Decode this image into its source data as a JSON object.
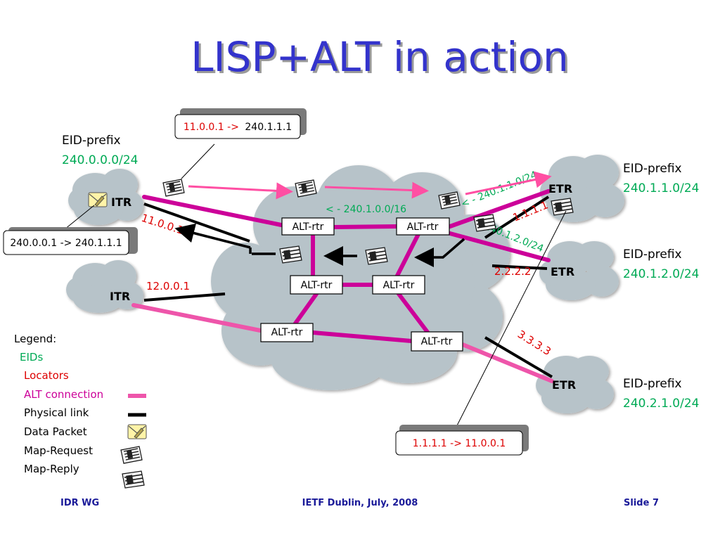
{
  "title": "LISP+ALT in action",
  "eid_blocks": {
    "itr1": {
      "label": "EID-prefix",
      "prefix": "240.0.0.0/24"
    },
    "etr1": {
      "label": "EID-prefix",
      "prefix": "240.1.1.0/24"
    },
    "etr2": {
      "label": "EID-prefix",
      "prefix": "240.1.2.0/24"
    },
    "etr3": {
      "label": "EID-prefix",
      "prefix": "240.2.1.0/24"
    }
  },
  "nodes": {
    "itr1": "ITR",
    "itr2": "ITR",
    "etr1": "ETR",
    "etr2": "ETR",
    "etr3": "ETR",
    "alt_rtr": "ALT-rtr"
  },
  "locators": {
    "itr1": "11.0.0.1",
    "itr2": "12.0.0.1",
    "etr1": "1.1.1.1",
    "etr2": "2.2.2.2",
    "etr3": "3.3.3.3"
  },
  "routes": {
    "agg": "< - 240.1.0.0/16",
    "r1": "< - 240.1.1.0/24",
    "r2": "240.1.2.0/24"
  },
  "callouts": {
    "top": {
      "part1": "11.0.0.1 ->",
      "part2": "240.1.1.1"
    },
    "left": "240.0.0.1 -> 240.1.1.1",
    "bottom": "1.1.1.1 -> 11.0.0.1"
  },
  "legend": {
    "title": "Legend:",
    "eids": "EIDs",
    "locators": "Locators",
    "alt_connection": "ALT connection",
    "physical_link": "Physical link",
    "data_packet": "Data Packet",
    "map_request": "Map-Request",
    "map_reply": "Map-Reply"
  },
  "colors": {
    "title": "#3333cc",
    "eid": "#00aa55",
    "locator": "#dd0000",
    "alt_connection": "#cc0099",
    "cloud": "#b7c3c9"
  },
  "icons": [
    "data-packet-icon",
    "map-request-icon",
    "map-reply-icon"
  ],
  "footer": {
    "left": "IDR WG",
    "center": "IETF Dublin, July, 2008",
    "right": "Slide 7"
  }
}
